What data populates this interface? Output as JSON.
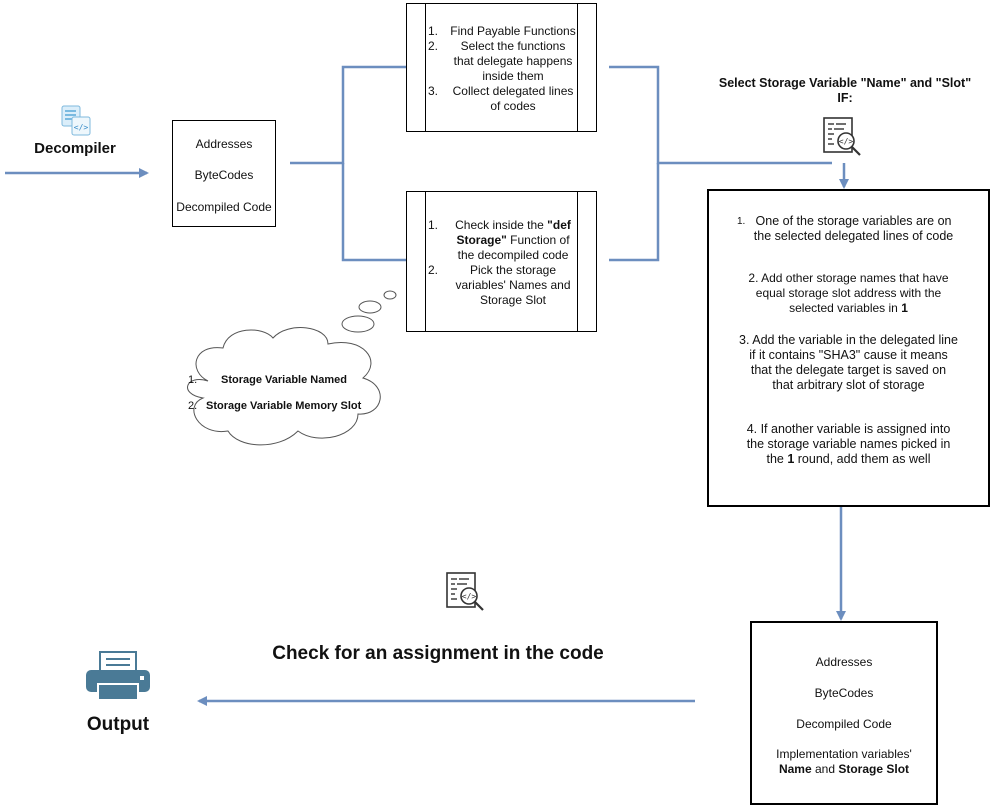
{
  "decompiler": {
    "label": "Decompiler"
  },
  "input_box": {
    "lines": [
      "Addresses",
      "ByteCodes",
      "Decompiled Code"
    ]
  },
  "payable_box": {
    "items": [
      {
        "num": "1.",
        "text": "Find Payable Functions"
      },
      {
        "num": "2.",
        "text": "Select the functions that delegate happens inside them"
      },
      {
        "num": "3.",
        "text": "Collect delegated lines of codes"
      }
    ]
  },
  "storage_box": {
    "item1": {
      "num": "1.",
      "pre": "Check inside the ",
      "bold": "\"def Storage\"",
      "post": " Function of the decompiled code"
    },
    "item2": {
      "num": "2.",
      "text": "Pick the storage variables' Names and Storage Slot"
    }
  },
  "cloud": {
    "items": [
      {
        "num": "1.",
        "text": "Storage Variable Named"
      },
      {
        "num": "2.",
        "text": "Storage Variable Memory Slot"
      }
    ]
  },
  "select_title": {
    "line1": "Select Storage Variable \"Name\" and \"Slot\"",
    "line2": "IF:"
  },
  "conditions": {
    "c1_num": "1.",
    "c1_text": "One of the storage variables are on the selected delegated lines of code",
    "c2_text": "2. Add other storage names that have equal storage slot address with the selected variables in ",
    "c2_bold": "1",
    "c3_text": "3. Add the variable in the delegated line if it contains \"SHA3\" cause it means that the delegate target is saved on that arbitrary slot of storage",
    "c4_pre": "4. If another variable is assigned into the storage variable names picked in the ",
    "c4_bold": "1",
    "c4_post": " round, add them as well"
  },
  "check_label": "Check for an assignment in the code",
  "output_box": {
    "lines": [
      "Addresses",
      "ByteCodes",
      "Decompiled Code"
    ],
    "impl_pre": "Implementation variables'",
    "impl_name": "Name",
    "impl_and": " and ",
    "impl_slot": "Storage Slot"
  },
  "output": {
    "label": "Output"
  },
  "colors": {
    "connector": "#6c8ebf",
    "border": "#000000"
  },
  "icons": [
    "code-files-icon",
    "code-review-icon",
    "printer-icon"
  ]
}
